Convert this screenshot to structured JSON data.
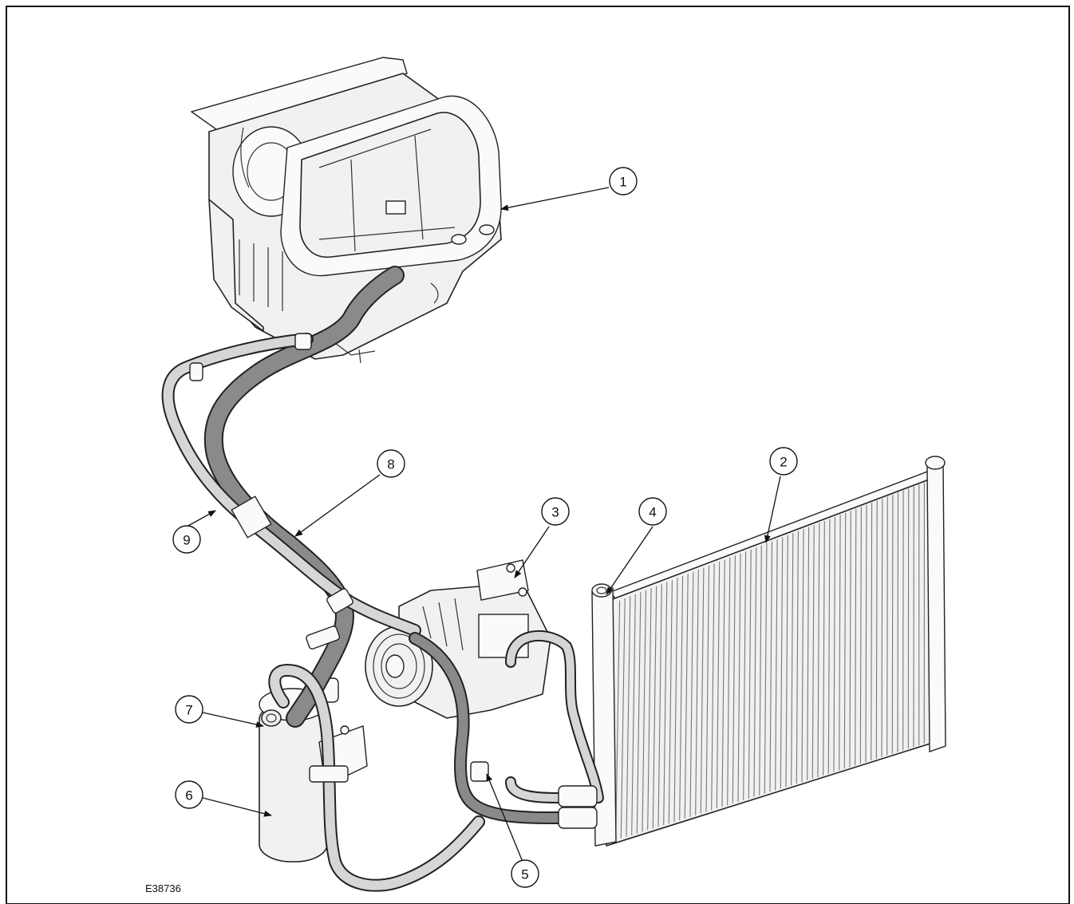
{
  "figure_id": "E38736",
  "callouts": [
    {
      "label": "1"
    },
    {
      "label": "2"
    },
    {
      "label": "3"
    },
    {
      "label": "4"
    },
    {
      "label": "5"
    },
    {
      "label": "6"
    },
    {
      "label": "7"
    },
    {
      "label": "8"
    },
    {
      "label": "9"
    }
  ]
}
